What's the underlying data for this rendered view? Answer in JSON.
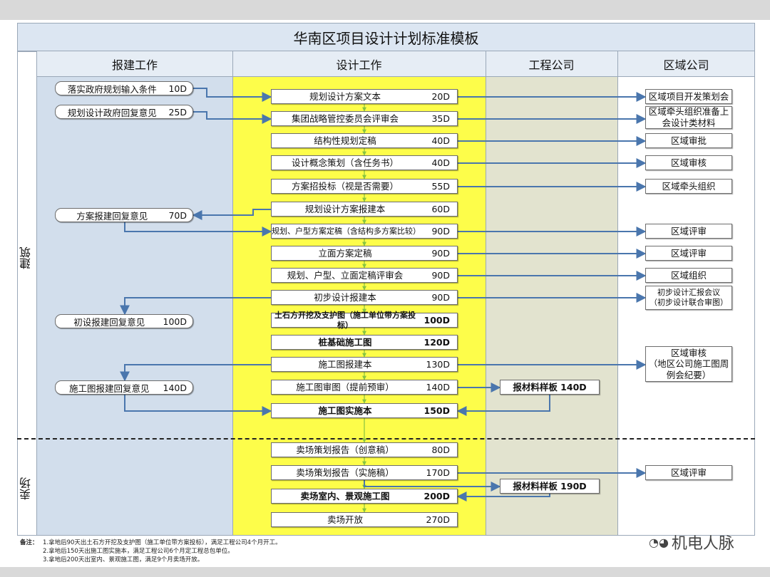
{
  "title": "华南区项目设计计划标准模板",
  "columns": [
    "报建工作",
    "设计工作",
    "工程公司",
    "区域公司"
  ],
  "rows": [
    "建筑",
    "卖场"
  ],
  "colors": {
    "col_baojian": "#d2deec",
    "col_sheji": "#fdfd4a",
    "col_gongcheng": "#e2e3cf",
    "col_quyu": "#ffffff",
    "header_bg": "#e6edf5",
    "title_bg": "#dce6f2",
    "arrow": "#4a76ad",
    "connector": "#86c440"
  },
  "design_tasks": [
    {
      "label": "规划设计方案文本",
      "dur": "20D"
    },
    {
      "label": "集团战略管控委员会评审会",
      "dur": "35D"
    },
    {
      "label": "结构性规划定稿",
      "dur": "40D"
    },
    {
      "label": "设计概念策划（含任务书）",
      "dur": "40D"
    },
    {
      "label": "方案招投标（视是否需要）",
      "dur": "55D"
    },
    {
      "label": "规划设计方案报建本",
      "dur": "60D"
    },
    {
      "label": "规划、户型方案定稿（含结构多方案比较）",
      "dur": "90D"
    },
    {
      "label": "立面方案定稿",
      "dur": "90D"
    },
    {
      "label": "规划、户型、立面定稿评审会",
      "dur": "90D"
    },
    {
      "label": "初步设计报建本",
      "dur": "90D"
    },
    {
      "label": "土石方开挖及支护图（施工单位带方案投标）",
      "dur": "100D"
    },
    {
      "label": "桩基础施工图",
      "dur": "120D"
    },
    {
      "label": "施工图报建本",
      "dur": "130D"
    },
    {
      "label": "施工图审图（提前预审）",
      "dur": "140D"
    },
    {
      "label": "施工图实施本",
      "dur": "150D"
    },
    {
      "label": "卖场策划报告（创意稿）",
      "dur": "80D"
    },
    {
      "label": "卖场策划报告（实施稿）",
      "dur": "170D"
    },
    {
      "label": "卖场室内、景观施工图",
      "dur": "200D"
    },
    {
      "label": "卖场开放",
      "dur": "270D"
    }
  ],
  "baojian_tasks": [
    {
      "label": "落实政府规划输入条件",
      "dur": "10D"
    },
    {
      "label": "规划设计政府回复意见",
      "dur": "25D"
    },
    {
      "label": "方案报建回复意见",
      "dur": "70D"
    },
    {
      "label": "初设报建回复意见",
      "dur": "100D"
    },
    {
      "label": "施工图报建回复意见",
      "dur": "140D"
    }
  ],
  "gongcheng_tasks": [
    {
      "label": "报材料样板",
      "dur": "140D"
    },
    {
      "label": "报材料样板",
      "dur": "190D"
    }
  ],
  "quyu_tasks": [
    "区域项目开发策划会",
    "区域牵头组织准备上会设计类材料",
    "区域审批",
    "区域审核",
    "区域牵头组织",
    "区域评审",
    "区域评审",
    "区域组织",
    "初步设计汇报会议（初步设计联合审图）",
    "区域审核（地区公司施工图周例会纪要）",
    "区域评审"
  ],
  "notes": {
    "label": "备注：",
    "lines": [
      "1.拿地后90天出土石方开挖及支护图（施工单位带方案投标），满足工程公司4个月开工。",
      "2.拿地后150天出施工图实施本，满足工程公司6个月定工程总包单位。",
      "3.拿地后200天出室内、景观施工图，满足9个月卖场开放。"
    ]
  },
  "watermark": "机电人脉"
}
